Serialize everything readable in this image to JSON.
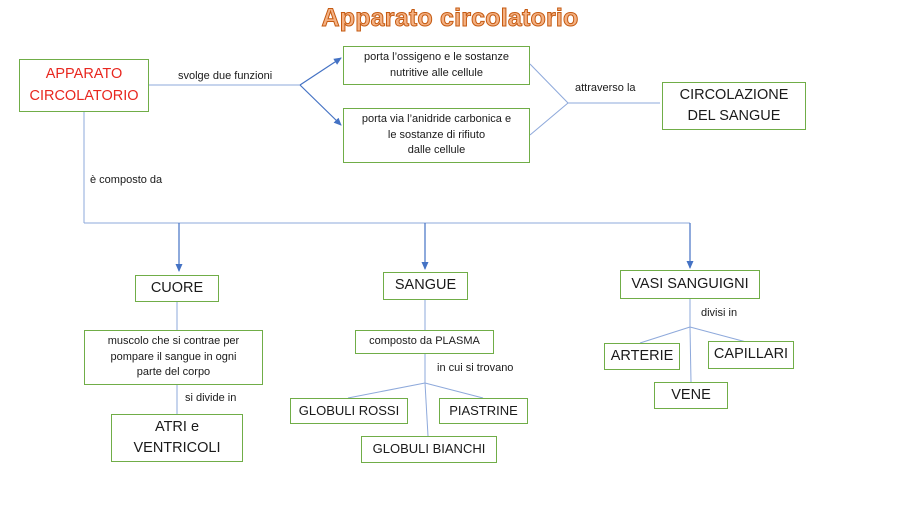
{
  "title": "Apparato circolatorio",
  "nodes": {
    "apparato": "APPARATO\nCIRCOLATORIO",
    "ossigeno": "porta l’ossigeno e le sostanze\nnutritive alle cellule",
    "anidride": "porta via l’anidride carbonica e\nle sostanze di rifiuto\ndalle cellule",
    "circolazione": "CIRCOLAZIONE\nDEL SANGUE",
    "cuore": "CUORE",
    "sangue": "SANGUE",
    "vasi": "VASI SANGUIGNI",
    "muscolo": "muscolo che si contrae per\npompare il sangue in ogni\nparte del corpo",
    "atri": "ATRI e\nVENTRICOLI",
    "plasma": "composto da PLASMA",
    "globuli_rossi": "GLOBULI ROSSI",
    "piastrine": "PIASTRINE",
    "globuli_bianchi": "GLOBULI BIANCHI",
    "arterie": "ARTERIE",
    "capillari": "CAPILLARI",
    "vene": "VENE"
  },
  "edge_labels": {
    "svolge": "svolge due funzioni",
    "attraverso": "attraverso la",
    "composto": "è composto da",
    "divide": "si divide in",
    "trovano": "in cui si trovano",
    "divisi": "divisi in"
  },
  "colors": {
    "box_border": "#70ad47",
    "connector": "#4472c4",
    "title_fill": "#f4b183",
    "title_outline": "#c55a11",
    "root_text": "#e8271f"
  }
}
